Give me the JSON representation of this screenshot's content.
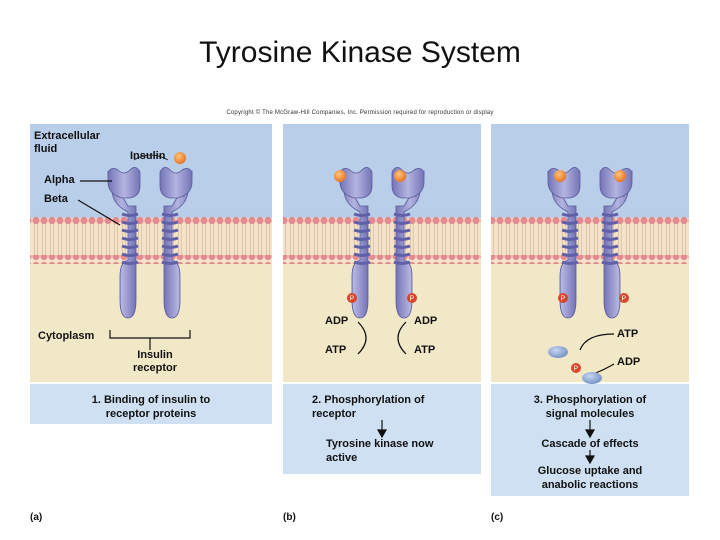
{
  "title": "Tyrosine Kinase System",
  "copyright": "Copyright © The McGraw-Hill Companies, Inc. Permission required for reproduction or display",
  "labels": {
    "extracellular": "Extracellular fluid",
    "insulin": "Insulin",
    "alpha": "Alpha",
    "beta": "Beta",
    "cytoplasm": "Cytoplasm",
    "insulin_receptor": "Insulin receptor",
    "p": "P"
  },
  "panel_b": {
    "adp_left": "ADP",
    "adp_right": "ADP",
    "atp_left": "ATP",
    "atp_right": "ATP"
  },
  "panel_c": {
    "atp": "ATP",
    "adp": "ADP"
  },
  "captions": {
    "step1": "1. Binding of insulin to receptor proteins",
    "step2": "2. Phosphorylation of receptor",
    "step2b": "Tyrosine kinase now active",
    "step3": "3. Phosphorylation of signal molecules",
    "step3b": "Cascade of effects",
    "step3c": "Glucose uptake and anabolic reactions"
  },
  "panel_letters": [
    "(a)",
    "(b)",
    "(c)"
  ],
  "colors": {
    "fluid": "#b9cfe9",
    "cytoplasm": "#f1e8c8",
    "caption_box": "#cfe0f2",
    "receptor": "#8e8ec8",
    "insulin": "#f08a32",
    "phosphate": "#d9442a",
    "membrane_head": "#e58a90"
  }
}
